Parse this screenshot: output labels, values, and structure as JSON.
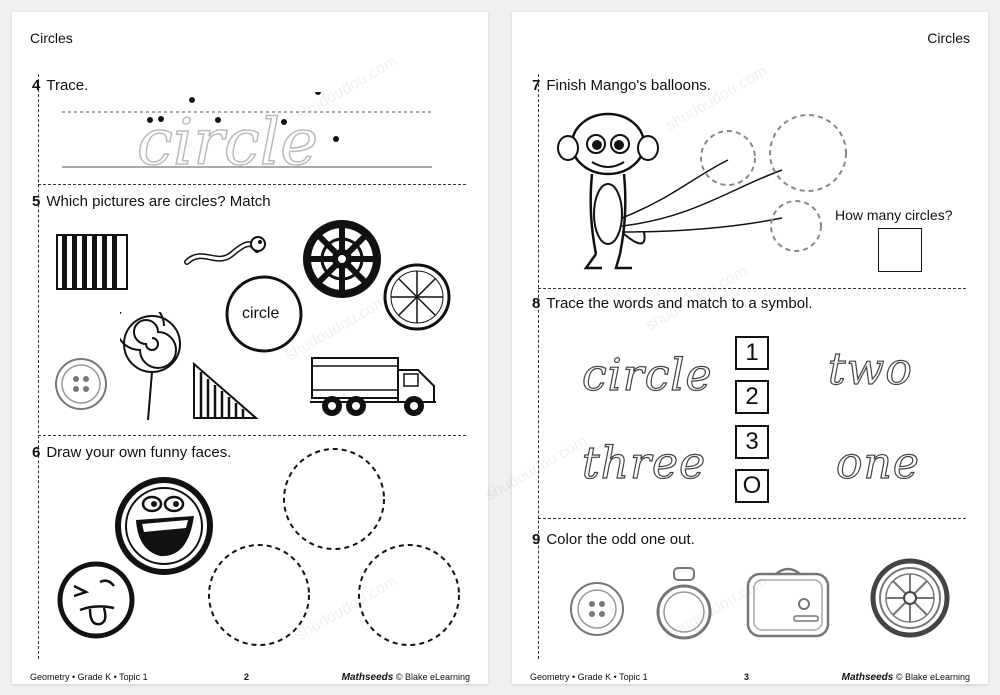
{
  "left_page": {
    "header": "Circles",
    "q4": {
      "number": "4",
      "text": "Trace.",
      "trace_word": "circle"
    },
    "q5": {
      "number": "5",
      "text": "Which pictures are circles? Match",
      "circle_label": "circle"
    },
    "q6": {
      "number": "6",
      "text": "Draw your own funny faces."
    },
    "footer": {
      "left": "Geometry • Grade K • Topic 1",
      "page": "2",
      "brand": "Mathseeds",
      "brand_suffix": "© Blake eLearning"
    }
  },
  "right_page": {
    "header": "Circles",
    "q7": {
      "number": "7",
      "text": "Finish Mango's balloons.",
      "side_question": "How many circles?"
    },
    "q8": {
      "number": "8",
      "text": "Trace the words and match to a symbol.",
      "words_left": [
        "circle",
        "three"
      ],
      "words_right": [
        "two",
        "one"
      ],
      "symbols": [
        "1",
        "2",
        "3",
        "O"
      ]
    },
    "q9": {
      "number": "9",
      "text": "Color the odd one out."
    },
    "footer": {
      "left": "Geometry • Grade K • Topic 1",
      "page": "3",
      "brand": "Mathseeds",
      "brand_suffix": "© Blake eLearning"
    }
  },
  "watermark_text": "shudoudou.com",
  "colors": {
    "ink": "#111111",
    "background": "#f0f0f0",
    "paper": "#ffffff"
  }
}
